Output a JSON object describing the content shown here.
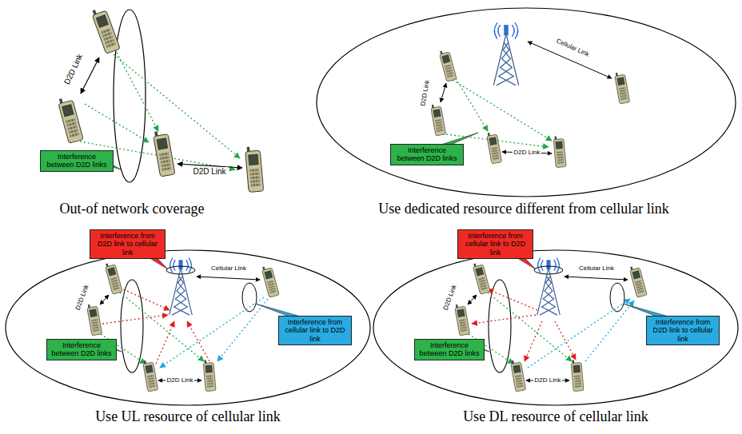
{
  "diagram": {
    "nodes": [
      {
        "text": [
          "Interference between D2D links"
        ]
      },
      {
        "text": [
          "Interference between D2D links"
        ]
      },
      {
        "text": [
          "Interference from D2D link to cellular link"
        ]
      },
      {
        "text": [
          "Interference between D2D links"
        ]
      },
      {
        "text": [
          "Interference from cellular link to D2D link"
        ]
      },
      {
        "text": [
          "Interference from cellular link to D2D link"
        ]
      },
      {
        "text": [
          "Interference between D2D links"
        ]
      },
      {
        "text": [
          "Interference from D2D link to cellular link"
        ]
      }
    ],
    "labels": [
      "D2D Link",
      "D2D Link",
      "Out-of network coverage",
      "Cellular Link",
      "D2D Link",
      "D2D Link",
      "Use dedicated resource different from cellular link",
      "Cellular Link",
      "D2D Link",
      "D2D Link",
      "Use UL resource of cellular link",
      "Cellular Link",
      "D2D Link",
      "D2D Link",
      "Use DL resource of cellular link"
    ]
  }
}
